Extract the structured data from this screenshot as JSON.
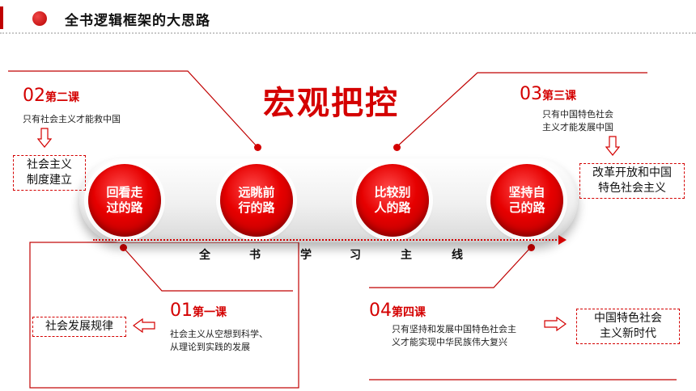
{
  "header": {
    "title": "全书逻辑框架的大思路"
  },
  "main_title": "宏观把控",
  "circles": [
    {
      "label": "回看走过的路"
    },
    {
      "label": "远眺前行的路"
    },
    {
      "label": "比较别人的路"
    },
    {
      "label": "坚持自己的路"
    }
  ],
  "mainline": {
    "chars": [
      "全",
      "书",
      "学",
      "习",
      "主",
      "线"
    ]
  },
  "lesson1": {
    "num": "01",
    "title": "第一课",
    "desc_line1": "社会主义从空想到科学、",
    "desc_line2": "从理论到实践的发展",
    "box": "社会发展规律"
  },
  "lesson2": {
    "num": "02",
    "title": "第二课",
    "desc": "只有社会主义才能救中国",
    "box_line1": "社会主义",
    "box_line2": "制度建立"
  },
  "lesson3": {
    "num": "03",
    "title": "第三课",
    "desc_line1": "只有中国特色社会",
    "desc_line2": "主义才能发展中国",
    "box_line1": "改革开放和中国",
    "box_line2": "特色社会主义"
  },
  "lesson4": {
    "num": "04",
    "title": "第四课",
    "desc_line1": "只有坚持和发展中国特色社会主",
    "desc_line2": "义才能实现中华民族伟大复兴",
    "box_line1": "中国特色社会",
    "box_line2": "主义新时代"
  },
  "colors": {
    "accent": "#d40000",
    "text": "#222222"
  }
}
